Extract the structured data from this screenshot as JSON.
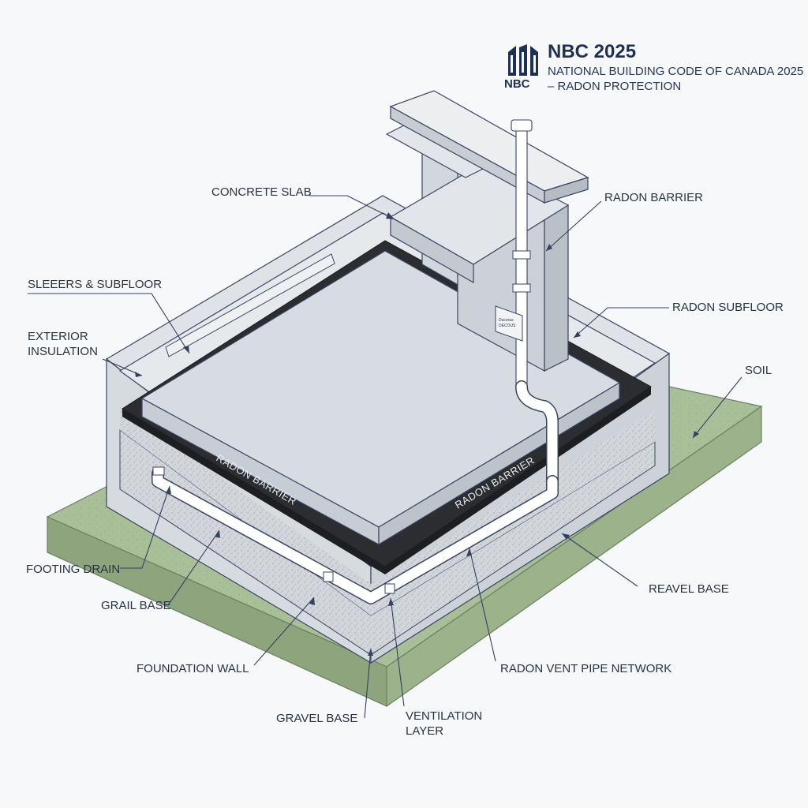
{
  "header": {
    "logo_text": "NBC",
    "title": "NBC 2025",
    "subtitle_line1": "NATIONAL BUILDING CODE OF CANADA 2025",
    "subtitle_line2": "– RADON PROTECTION"
  },
  "labels": {
    "concrete_slab": "CONCRETE SLAB",
    "radon_barrier_top": "RADON BARRIER",
    "sleepers_subfloor": "SLEEERS & SUBFLOOR",
    "radon_subfloor": "RADON SUBFLOOR",
    "exterior_insulation_1": "EXTERIOR",
    "exterior_insulation_2": "INSULATION",
    "soil": "SOIL",
    "footing_drain": "FOOTING DRAIN",
    "reavel_base": "REAVEL BASE",
    "grail_base": "GRAIL BASE",
    "foundation_wall": "FOUNDATION WALL",
    "radon_vent_pipe_network": "RADON VENT PIPE NETWORK",
    "gravel_base": "GRAVEL BASE",
    "ventilation_layer_1": "VENTILATION",
    "ventilation_layer_2": "LAYER",
    "membrane_left": "RADON BARRIER",
    "membrane_right": "RADON BARRIER",
    "small_plate_1": "Ducorus",
    "small_plate_2": "DECOUS"
  },
  "colors": {
    "soil": "#a9bf98",
    "soil_dark": "#8ea47d",
    "concrete": "#d7dce2",
    "concrete_light": "#e4e7eb",
    "membrane": "#2b2d31",
    "gravel": "#d0d4d9",
    "pipe": "#ffffff",
    "accent": "#1f2f55"
  }
}
